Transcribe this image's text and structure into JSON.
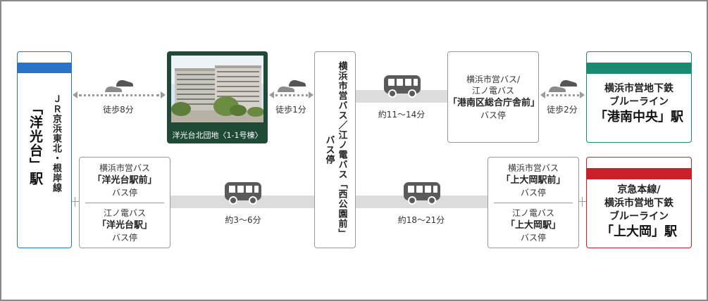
{
  "colors": {
    "jr_blue": "#2a73c6",
    "subway_green": "#1a8a72",
    "keikyu_red": "#cc1f2a",
    "photo_frame": "#1f4a35",
    "band_gray": "#dcdcdc"
  },
  "stations": {
    "yokodai": {
      "line": "ＪＲ京浜東北・根岸線",
      "name": "「洋光台」駅"
    },
    "konan_chuo": {
      "line1": "横浜市営地下鉄",
      "line2": "ブルーライン",
      "name": "「港南中央」駅"
    },
    "kami_ooka": {
      "line1": "京急本線/",
      "line2": "横浜市営地下鉄",
      "line3": "ブルーライン",
      "name": "「上大岡」駅"
    }
  },
  "property": {
    "caption": "洋光台北団地〈1-1号棟〉"
  },
  "nishi_koen_stop": {
    "text": "横浜市営バス／江ノ電バス「西公園前」バス停"
  },
  "konan_office_stop": {
    "line1": "横浜市営バス/",
    "line2": "江ノ電バス",
    "name": "「港南区総合庁舎前」",
    "suffix": "バス停"
  },
  "yokodai_stops": {
    "upper": {
      "operator": "横浜市営バス",
      "name": "「洋光台駅前」",
      "suffix": "バス停"
    },
    "lower": {
      "operator": "江ノ電バス",
      "name": "「洋光台駅」",
      "suffix": "バス停"
    }
  },
  "kami_ooka_stops": {
    "upper": {
      "operator": "横浜市営バス",
      "name": "「上大岡駅前」",
      "suffix": "バス停"
    },
    "lower": {
      "operator": "江ノ電バス",
      "name": "「上大岡駅」",
      "suffix": "バス停"
    }
  },
  "times": {
    "walk_station_to_property": "徒歩8分",
    "walk_property_to_stop": "徒歩1分",
    "bus_to_konan": "約11～14分",
    "walk_to_konan_chuo": "徒歩2分",
    "bus_to_yokodai": "約3～6分",
    "bus_to_kami_ooka": "約18～21分"
  }
}
